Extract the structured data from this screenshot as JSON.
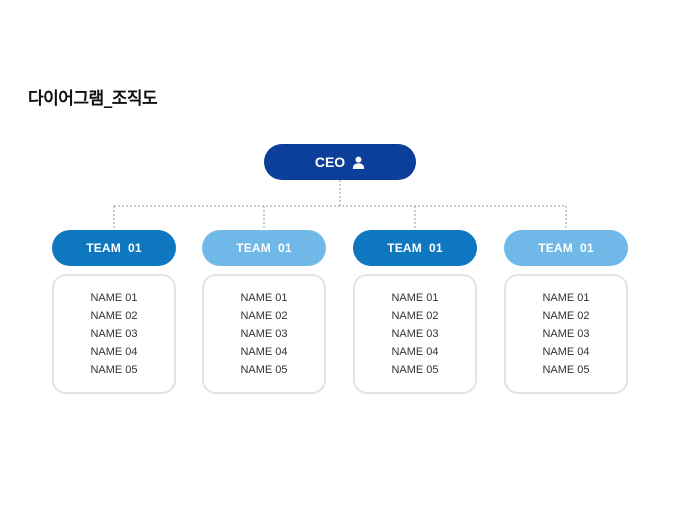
{
  "page": {
    "title": "다이어그램_조직도"
  },
  "colors": {
    "ceo": "#0b3f9a",
    "team_dark": "#0d77bf",
    "team_light": "#6fb8e8",
    "member_border": "#e3e3e3",
    "connector": "#9a9a9a"
  },
  "ceo": {
    "label": "CEO",
    "icon": "user-icon"
  },
  "teams": [
    {
      "label": "TEAM  01",
      "style": "dark",
      "members": [
        "NAME 01",
        "NAME 02",
        "NAME 03",
        "NAME 04",
        "NAME 05"
      ]
    },
    {
      "label": "TEAM  01",
      "style": "light",
      "members": [
        "NAME 01",
        "NAME 02",
        "NAME 03",
        "NAME 04",
        "NAME 05"
      ]
    },
    {
      "label": "TEAM  01",
      "style": "dark",
      "members": [
        "NAME 01",
        "NAME 02",
        "NAME 03",
        "NAME 04",
        "NAME 05"
      ]
    },
    {
      "label": "TEAM  01",
      "style": "light",
      "members": [
        "NAME 01",
        "NAME 02",
        "NAME 03",
        "NAME 04",
        "NAME 05"
      ]
    }
  ]
}
